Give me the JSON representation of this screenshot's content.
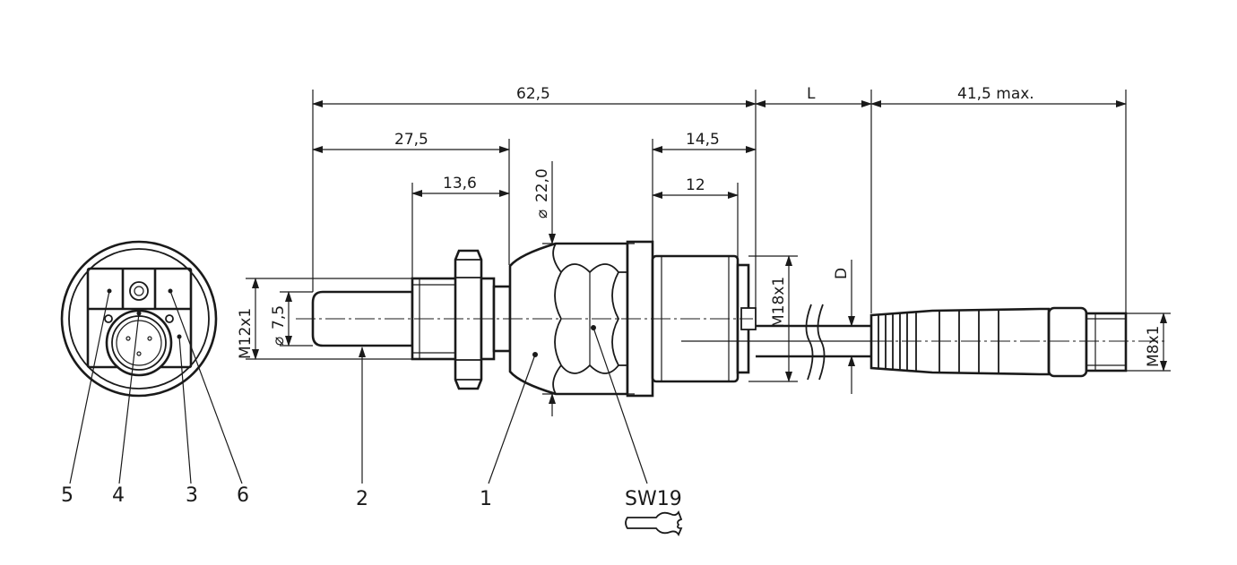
{
  "dimensions": {
    "overall_length": "62,5",
    "length_27": "27,5",
    "length_13": "13,6",
    "length_14": "14,5",
    "length_12": "12",
    "cable_length": "L",
    "connector_length": "41,5 max.",
    "diameter_22": "22,0",
    "diameter_7": "7,5",
    "thread_m12": "M12x1",
    "thread_m18": "M18x1",
    "thread_m8": "M8x1",
    "cable_diameter": "D",
    "diameter_symbol": "⌀"
  },
  "callouts": {
    "item_1": "1",
    "item_2": "2",
    "item_3": "3",
    "item_4": "4",
    "item_5": "5",
    "item_6": "6",
    "wrench_size": "SW19"
  },
  "icons": {
    "wrench": "wrench-icon"
  }
}
